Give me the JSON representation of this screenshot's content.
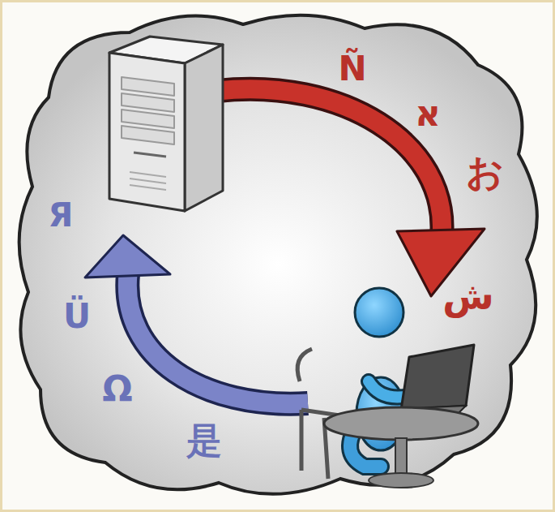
{
  "diagram": {
    "labels": [
      "Ñ",
      "א",
      "お",
      "ش",
      "是",
      "Ω",
      "Ü",
      "Я"
    ]
  }
}
